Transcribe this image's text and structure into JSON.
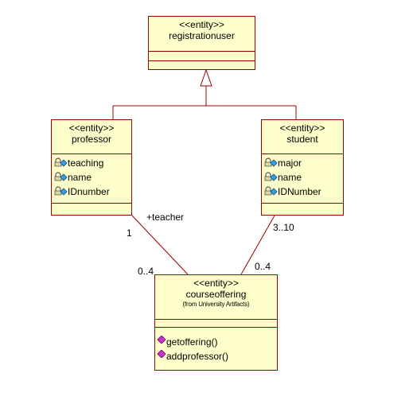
{
  "classes": {
    "registrationuser": {
      "stereotype": "<<entity>>",
      "name": "registrationuser"
    },
    "professor": {
      "stereotype": "<<entity>>",
      "name": "professor",
      "attributes": [
        "teaching",
        "name",
        "IDnumber"
      ]
    },
    "student": {
      "stereotype": "<<entity>>",
      "name": "student",
      "attributes": [
        "major",
        "name",
        "IDNumber"
      ]
    },
    "courseoffering": {
      "stereotype": "<<entity>>",
      "name": "courseoffering",
      "from": "(from University Artifacts)",
      "operations": [
        "getoffering()",
        "addprofessor()"
      ]
    }
  },
  "associations": {
    "professor_course": {
      "role": "+teacher",
      "mult_professor": "1",
      "mult_course": "0..4"
    },
    "student_course": {
      "mult_student": "3..10",
      "mult_course": "0..4"
    }
  },
  "colors": {
    "class_fill": "#ffffcc",
    "class_border": "#990000",
    "line": "#990000",
    "attribute_icon": "#33a0e0",
    "operation_icon": "#cc33cc"
  }
}
